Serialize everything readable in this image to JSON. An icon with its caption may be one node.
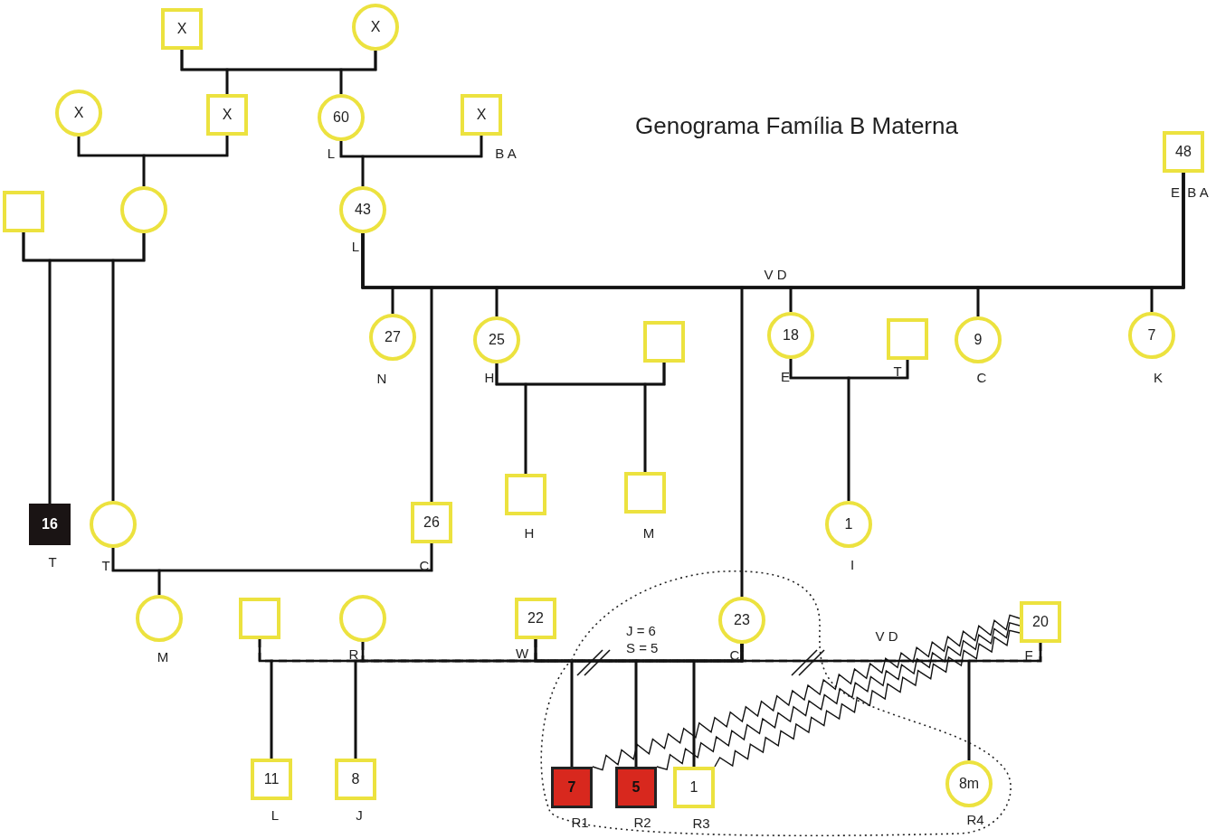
{
  "diagram": {
    "title": "Genograma Família B Materna",
    "nodes": [
      {
        "text": [
          "X"
        ]
      },
      {
        "text": [
          "X"
        ]
      },
      {
        "text": [
          "X"
        ]
      },
      {
        "text": [
          "X"
        ]
      },
      {
        "text": [
          "60"
        ],
        "beside": [
          "L"
        ]
      },
      {
        "text": [
          "X"
        ],
        "beside": [
          "B A"
        ]
      },
      {
        "text": [],
        "shape": "circle"
      },
      {
        "text": [],
        "shape": "box"
      },
      {
        "text": [
          "43"
        ],
        "beside": [
          "L"
        ]
      },
      {
        "text": [
          "48"
        ],
        "beside": [
          "E",
          "B A"
        ]
      },
      {
        "text": [
          "27"
        ],
        "beside": [
          "N"
        ]
      },
      {
        "text": [
          "25"
        ],
        "beside": [
          "H"
        ]
      },
      {
        "text": [],
        "shape": "box"
      },
      {
        "text": [
          "18"
        ],
        "beside": [
          "E"
        ]
      },
      {
        "text": [],
        "shape": "box",
        "beside": [
          "T"
        ]
      },
      {
        "text": [
          "9"
        ],
        "beside": [
          "C"
        ]
      },
      {
        "text": [
          "7"
        ],
        "beside": [
          "K"
        ]
      },
      {
        "text": [],
        "shape": "box",
        "beside": [
          "H"
        ]
      },
      {
        "text": [],
        "shape": "box",
        "beside": [
          "M"
        ]
      },
      {
        "text": [
          "16"
        ],
        "beside": [
          "T"
        ]
      },
      {
        "text": [],
        "shape": "circle",
        "beside": [
          "T"
        ]
      },
      {
        "text": [
          "26"
        ],
        "beside": [
          "C"
        ]
      },
      {
        "text": [
          "1"
        ],
        "beside": [
          "I"
        ]
      },
      {
        "text": [],
        "shape": "circle",
        "beside": [
          "M"
        ]
      },
      {
        "text": [],
        "shape": "box"
      },
      {
        "text": [],
        "shape": "circle",
        "beside": [
          "R"
        ]
      },
      {
        "text": [
          "22"
        ],
        "beside": [
          "W"
        ]
      },
      {
        "text": [],
        "shape": "cloud"
      },
      {
        "text": [
          "23"
        ],
        "beside": [
          "C"
        ],
        "in": 27
      },
      {
        "text": [
          "20"
        ],
        "beside": [
          "F"
        ]
      },
      {
        "text": [
          "11"
        ],
        "beside": [
          "L"
        ]
      },
      {
        "text": [
          "8"
        ],
        "beside": [
          "J"
        ]
      },
      {
        "text": [
          "7"
        ],
        "beside": [
          "R1"
        ],
        "in": 27
      },
      {
        "text": [
          "5"
        ],
        "beside": [
          "R2"
        ],
        "in": 27
      },
      {
        "text": [
          "1"
        ],
        "beside": [
          "R3"
        ],
        "in": 27
      },
      {
        "text": [
          "8m"
        ],
        "beside": [
          "R4"
        ],
        "in": 27
      }
    ],
    "edges": [
      {
        "from": 0,
        "to": 1,
        "arrow": "none"
      },
      {
        "from": 0,
        "to": 3,
        "arrow": "none"
      },
      {
        "from": 1,
        "to": 3,
        "arrow": "none"
      },
      {
        "from": 0,
        "to": 4,
        "arrow": "none"
      },
      {
        "from": 1,
        "to": 4,
        "arrow": "none"
      },
      {
        "from": 2,
        "to": 3,
        "arrow": "none"
      },
      {
        "from": 2,
        "to": 6,
        "arrow": "none"
      },
      {
        "from": 3,
        "to": 6,
        "arrow": "none"
      },
      {
        "from": 4,
        "to": 5,
        "arrow": "none"
      },
      {
        "from": 4,
        "to": 8,
        "arrow": "none"
      },
      {
        "from": 5,
        "to": 8,
        "arrow": "none"
      },
      {
        "from": 7,
        "to": 6,
        "arrow": "none"
      },
      {
        "from": 7,
        "to": 19,
        "arrow": "none"
      },
      {
        "from": 6,
        "to": 19,
        "arrow": "none"
      },
      {
        "from": 7,
        "to": 20,
        "arrow": "none"
      },
      {
        "from": 6,
        "to": 20,
        "arrow": "none"
      },
      {
        "from": 8,
        "to": 9,
        "arrow": "none",
        "label": "V D"
      },
      {
        "from": 8,
        "to": 10,
        "arrow": "none"
      },
      {
        "from": 9,
        "to": 10,
        "arrow": "none"
      },
      {
        "from": 8,
        "to": 21,
        "arrow": "none"
      },
      {
        "from": 9,
        "to": 21,
        "arrow": "none"
      },
      {
        "from": 8,
        "to": 11,
        "arrow": "none"
      },
      {
        "from": 9,
        "to": 11,
        "arrow": "none"
      },
      {
        "from": 8,
        "to": 28,
        "arrow": "none"
      },
      {
        "from": 9,
        "to": 28,
        "arrow": "none"
      },
      {
        "from": 8,
        "to": 13,
        "arrow": "none"
      },
      {
        "from": 9,
        "to": 13,
        "arrow": "none"
      },
      {
        "from": 8,
        "to": 15,
        "arrow": "none"
      },
      {
        "from": 9,
        "to": 15,
        "arrow": "none"
      },
      {
        "from": 8,
        "to": 16,
        "arrow": "none"
      },
      {
        "from": 9,
        "to": 16,
        "arrow": "none"
      },
      {
        "from": 11,
        "to": 12,
        "arrow": "none"
      },
      {
        "from": 11,
        "to": 17,
        "arrow": "none"
      },
      {
        "from": 12,
        "to": 17,
        "arrow": "none"
      },
      {
        "from": 11,
        "to": 18,
        "arrow": "none"
      },
      {
        "from": 12,
        "to": 18,
        "arrow": "none"
      },
      {
        "from": 13,
        "to": 14,
        "arrow": "none"
      },
      {
        "from": 13,
        "to": 22,
        "arrow": "none"
      },
      {
        "from": 14,
        "to": 22,
        "arrow": "none"
      },
      {
        "from": 20,
        "to": 21,
        "arrow": "none"
      },
      {
        "from": 20,
        "to": 23,
        "arrow": "none"
      },
      {
        "from": 21,
        "to": 23,
        "arrow": "none"
      },
      {
        "from": 24,
        "to": 28,
        "arrow": "none",
        "style": "dashed"
      },
      {
        "from": 25,
        "to": 28,
        "arrow": "none",
        "style": "dashed"
      },
      {
        "from": 26,
        "to": 28,
        "arrow": "none",
        "style": "dashed",
        "label": "J = 6 S = 5"
      },
      {
        "from": 28,
        "to": 29,
        "arrow": "none",
        "style": "dashed",
        "label": "V D"
      },
      {
        "from": 24,
        "to": 30,
        "arrow": "none"
      },
      {
        "from": 28,
        "to": 30,
        "arrow": "none"
      },
      {
        "from": 25,
        "to": 31,
        "arrow": "none"
      },
      {
        "from": 28,
        "to": 31,
        "arrow": "none"
      },
      {
        "from": 26,
        "to": 32,
        "arrow": "none"
      },
      {
        "from": 28,
        "to": 32,
        "arrow": "none"
      },
      {
        "from": 26,
        "to": 33,
        "arrow": "none"
      },
      {
        "from": 28,
        "to": 33,
        "arrow": "none"
      },
      {
        "from": 26,
        "to": 34,
        "arrow": "none"
      },
      {
        "from": 28,
        "to": 34,
        "arrow": "none"
      },
      {
        "from": 29,
        "to": 35,
        "arrow": "none"
      },
      {
        "from": 28,
        "to": 35,
        "arrow": "none"
      },
      {
        "from": 29,
        "to": 32,
        "arrow": "none"
      },
      {
        "from": 29,
        "to": 33,
        "arrow": "none"
      },
      {
        "from": 29,
        "to": 34,
        "arrow": "none"
      }
    ]
  }
}
